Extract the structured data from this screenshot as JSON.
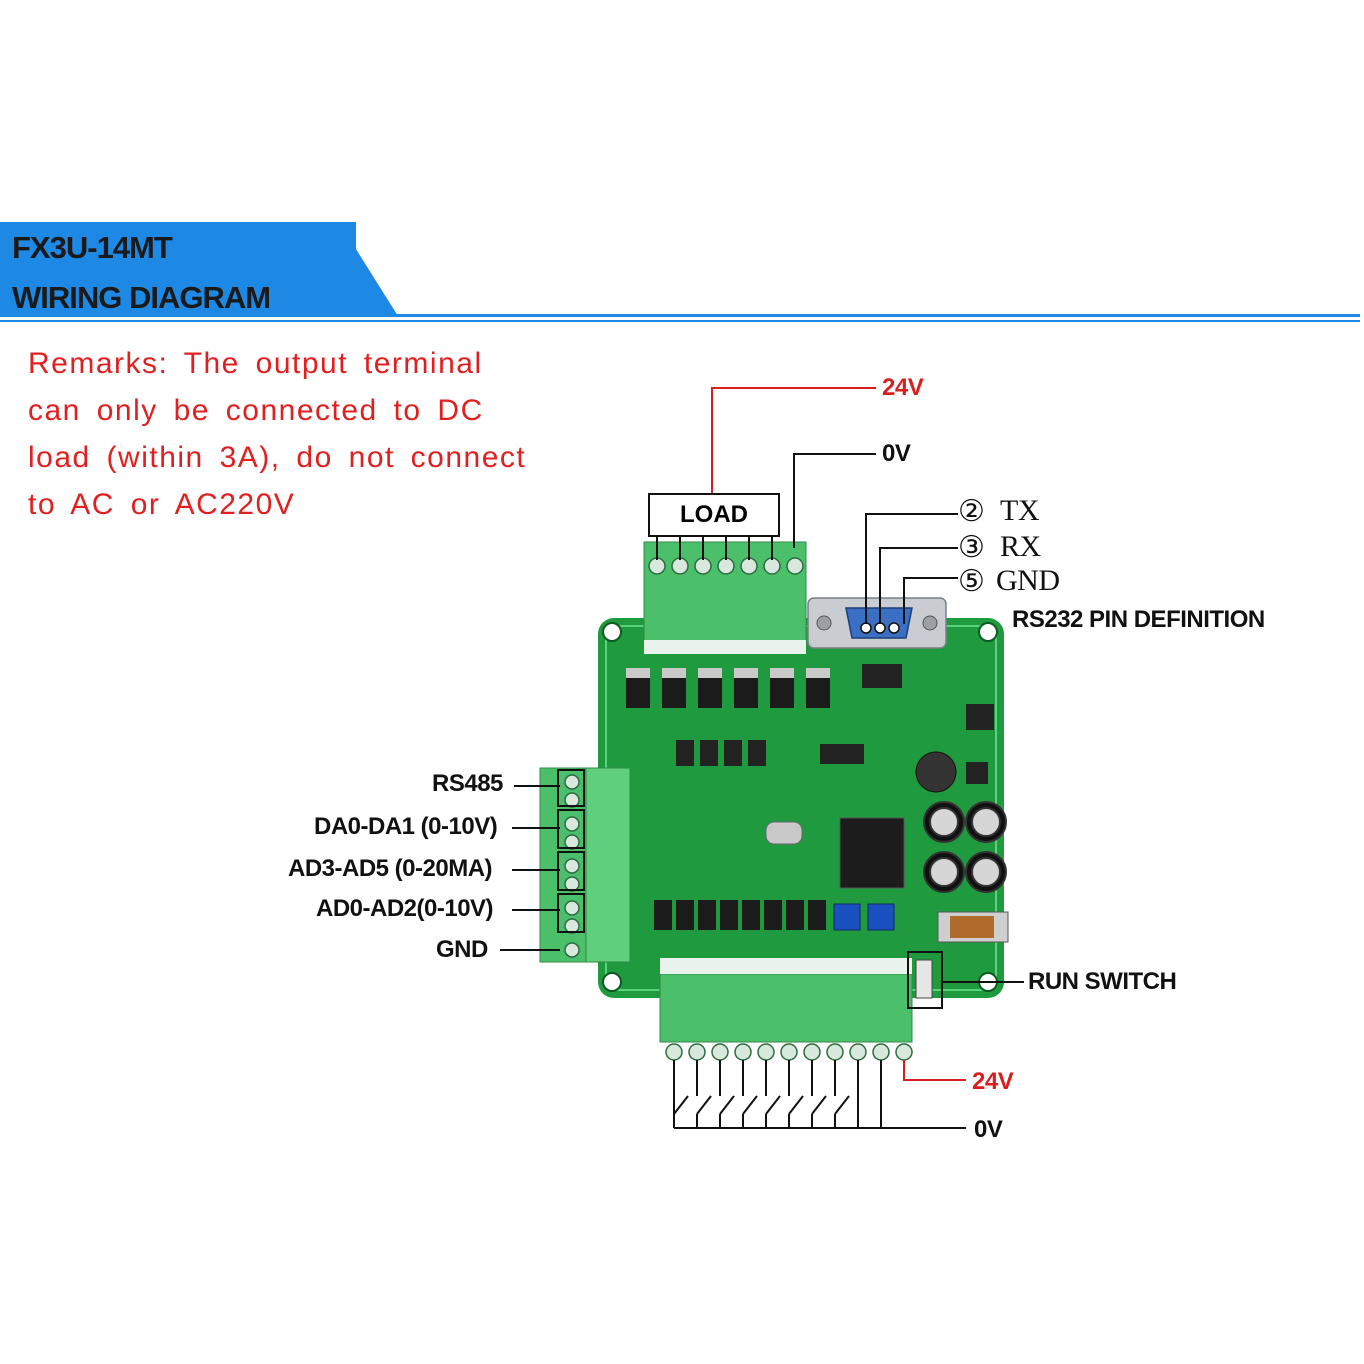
{
  "header": {
    "model": "FX3U-14MT",
    "subtitle": "WIRING DIAGRAM",
    "accent_color": "#1e88e5"
  },
  "remarks": {
    "lines": [
      "Remarks: The output terminal",
      "can only be connected to DC",
      "load (within 3A), do not connect",
      "to AC or AC220V"
    ],
    "color": "#e02020"
  },
  "output_side": {
    "v24_label": "24V",
    "v0_label": "0V",
    "load_label": "LOAD"
  },
  "rs232": {
    "tx_num": "②",
    "tx_label": "TX",
    "rx_num": "③",
    "rx_label": "RX",
    "gnd_num": "⑤",
    "gnd_label": "GND",
    "title": "RS232 PIN DEFINITION"
  },
  "left_terminals": {
    "rs485": "RS485",
    "da": "DA0-DA1 (0-10V)",
    "ad35": "AD3-AD5 (0-20MA)",
    "ad02": "AD0-AD2(0-10V)",
    "gnd": "GND"
  },
  "run_switch": "RUN SWITCH",
  "input_side": {
    "v24_label": "24V",
    "v0_label": "0V"
  },
  "board": {
    "pcb_color": "#1f9a3e",
    "terminal_color": "#4cbf6b"
  }
}
